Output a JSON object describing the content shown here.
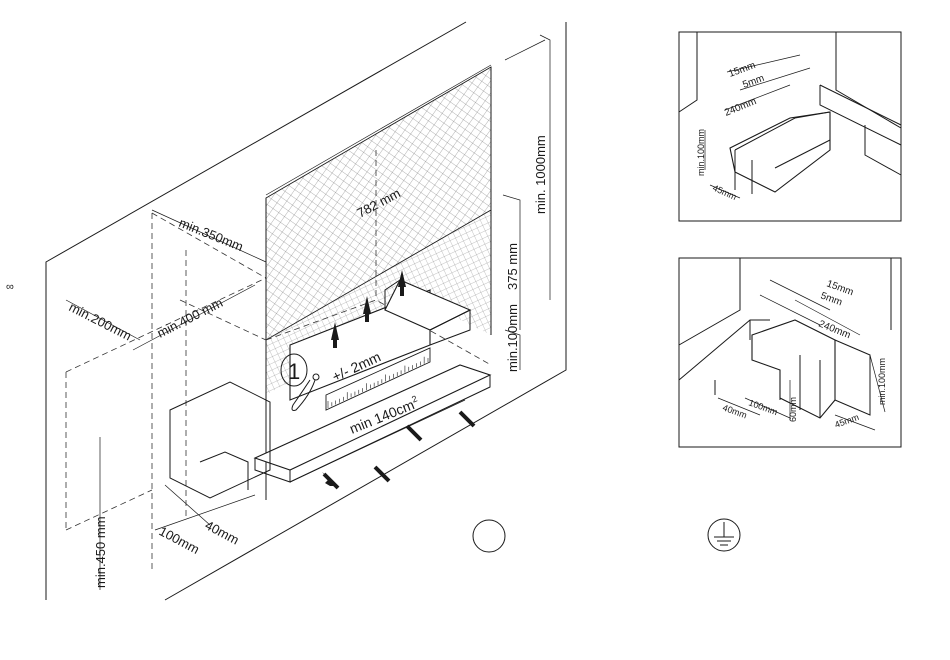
{
  "page_mark": "∞",
  "main": {
    "dims": {
      "min350": "min.350mm",
      "min400": "min.400 mm",
      "min200": "min.200mm",
      "w782": "782 mm",
      "h1000": "min. 1000mm",
      "h375": "375 mm",
      "h100": "min.100mm",
      "h450": "min.450 mm",
      "d100": "100mm",
      "d40": "40mm",
      "tol": "+/-   2mm",
      "area": "min 140cm",
      "area_sup": "2"
    },
    "callout": "1"
  },
  "detail_top": {
    "d15": "15mm",
    "d5": "5mm",
    "d240": "240mm",
    "d100": "min.100mm",
    "d45": "45mm"
  },
  "detail_bottom": {
    "d15": "15mm",
    "d5": "5mm",
    "d240": "240mm",
    "d100": "min.100mm",
    "d45": "45mm",
    "d40": "40mm",
    "d100b": "100mm",
    "d60": "60mm"
  },
  "icons": {
    "circle": "empty-circle-icon",
    "ground": "ground-symbol-icon"
  }
}
